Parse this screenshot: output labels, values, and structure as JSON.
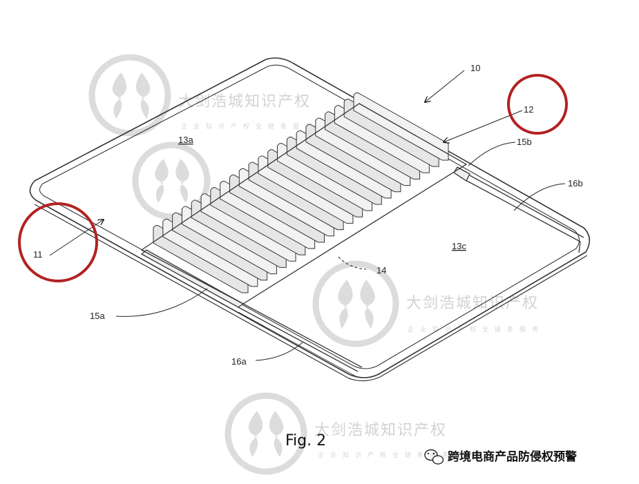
{
  "figure": {
    "caption": "Fig. 2"
  },
  "reference_numerals": {
    "device": "10",
    "side_11": "11",
    "side_12": "12",
    "surface_13a": "13a",
    "surface_13c": "13c",
    "element_15a": "15a",
    "element_15b": "15b",
    "element_16a": "16a",
    "element_16b": "16b",
    "ridge_area_14": "14"
  },
  "highlight_color": "#b22222",
  "watermark": {
    "text": "大剑浩城知识产权",
    "subtext": "企业知识产权全链条服务",
    "icon": "company-logo-icon"
  },
  "account": {
    "icon": "wechat-icon",
    "name": "跨境电商产品防侵权预警"
  }
}
